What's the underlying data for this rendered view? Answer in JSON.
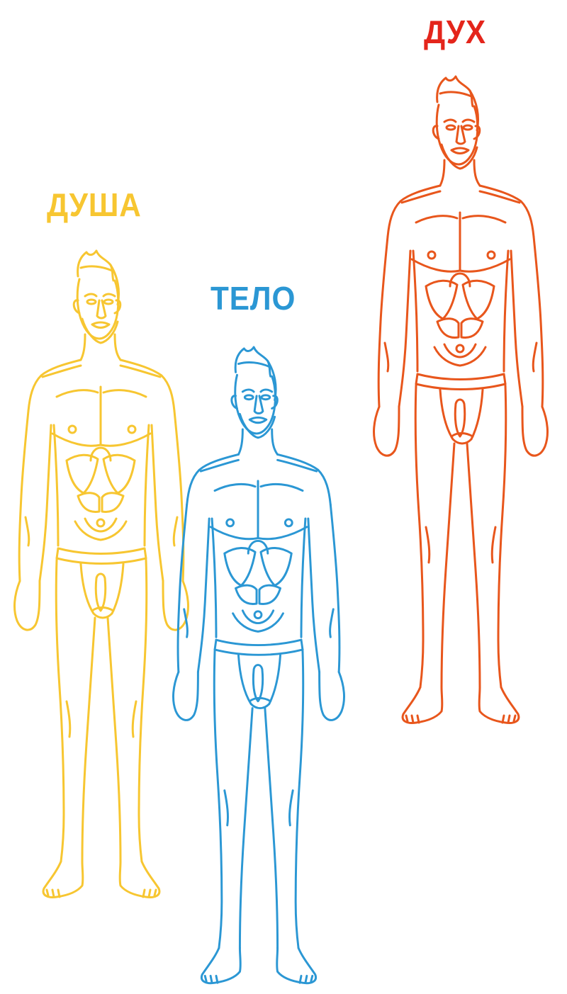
{
  "labels": {
    "spirit": "ДУХ",
    "soul": "ДУША",
    "body": "ТЕЛО"
  },
  "colors": {
    "spirit": "#e8561c",
    "spirit_label": "#e4251b",
    "soul": "#f7c631",
    "body": "#2b97d4"
  },
  "figures": [
    {
      "key": "soul",
      "icon": "human-figure-outline-icon"
    },
    {
      "key": "spirit",
      "icon": "human-figure-outline-icon"
    },
    {
      "key": "body",
      "icon": "human-figure-outline-icon"
    }
  ]
}
